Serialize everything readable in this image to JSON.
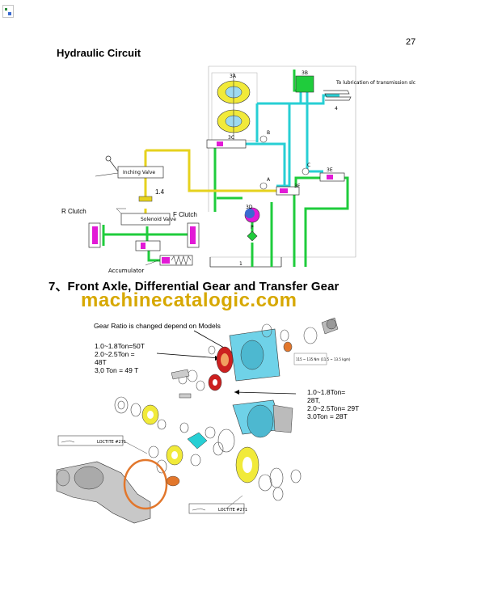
{
  "page": {
    "number": "27",
    "section1_title": "Hydraulic Circuit",
    "section2_title": "7、Front Axle, Differential Gear and Transfer Gear",
    "watermark": "machinecatalogic.com"
  },
  "hydraulic": {
    "lubrication_note": "To lubrication of transmission slc",
    "inching_valve": "Inching Valve",
    "solenoid_valve": "Solenoid Valve",
    "r_clutch": "R Clutch",
    "f_clutch": "F Clutch",
    "accumulator": "Accumulator",
    "value_14": "1.4",
    "labels": {
      "a3": "3A",
      "b3": "3B",
      "c3": "3C",
      "d3": "3D",
      "e3": "3E",
      "f3": "3F",
      "a": "A",
      "b": "B",
      "c": "C",
      "p": "P",
      "n1": "1",
      "n4": "4"
    }
  },
  "axle": {
    "gear_ratio_note": "Gear Ratio is changed depend on Models",
    "left_ratios": [
      "1.0~1.8Ton=50T",
      "2.0~2.5Ton =",
      "48T",
      "3,0 Ton  = 49 T"
    ],
    "right_ratios": [
      "1.0~1.8Ton=",
      "28T,",
      "2.0~2.5Ton= 29T",
      "3.0Ton  = 28T"
    ],
    "loctite_a": "LOCTITE #271",
    "loctite_b": "LOCTITE #271",
    "torque_note": "115 ~ 135 Nm (11.5 ~ 13.5 kgm)"
  },
  "colors": {
    "yellow_line": "#e6d21e",
    "cyan_line": "#27cfd4",
    "green_line": "#1fcc3c",
    "magenta": "#e21ad6",
    "watermark": "#d7a800",
    "orange_gear": "#e2772c",
    "red_gear": "#cc2020"
  }
}
